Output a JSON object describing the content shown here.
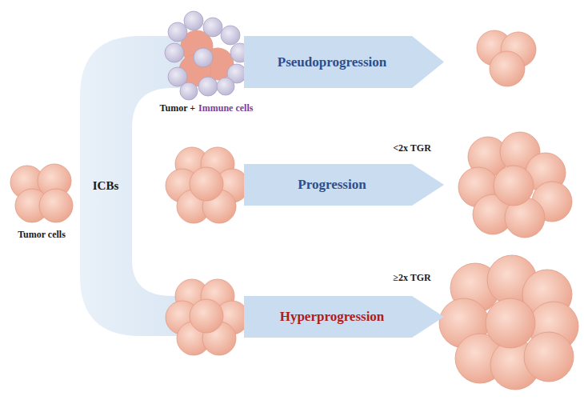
{
  "diagram": {
    "nodes": [
      {
        "text": [
          "Pseudoprogression"
        ]
      },
      {
        "text": [
          "Progression"
        ]
      },
      {
        "text": [
          "Hyperprogression"
        ]
      }
    ],
    "labels": [
      "Tumor cells",
      "ICBs",
      "Tumor +",
      "Immune cells",
      "<2x TGR",
      "≥2x TGR"
    ]
  }
}
